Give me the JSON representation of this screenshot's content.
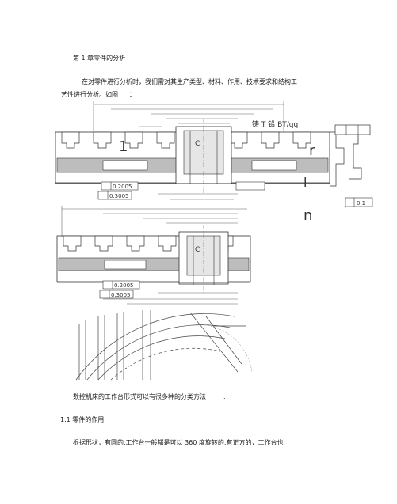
{
  "chapter_title": "第 1 章零件的分析",
  "intro": {
    "line1": "在对零件进行分析时，我们需对其生产类型、材料、作用、技术要求和结构工",
    "line2": "艺性进行分析。如图",
    "suffix": "："
  },
  "drawing": {
    "overlay_code": "铸 T 铅 BT/qq",
    "overlay_r": "r",
    "overlay_n": "n",
    "overlay_1": "1",
    "overlay_bar": "l",
    "tol_top_a": "0.2005",
    "tol_top_b": "0.3005",
    "tol_right": "0.1",
    "tol_bottom_a": "0.2005",
    "tol_bottom_b": "0.3005",
    "mark_a": "C",
    "mark_b": "C"
  },
  "para1": "数控机床的工作台形式可以有很多种的分类方法",
  "para1_dot": ".",
  "section_heading": "1.1 零件的作用",
  "para2": "根据形状，有圆的.工作台一般都是可以 360 度旋转的.有正方的，工作台也"
}
